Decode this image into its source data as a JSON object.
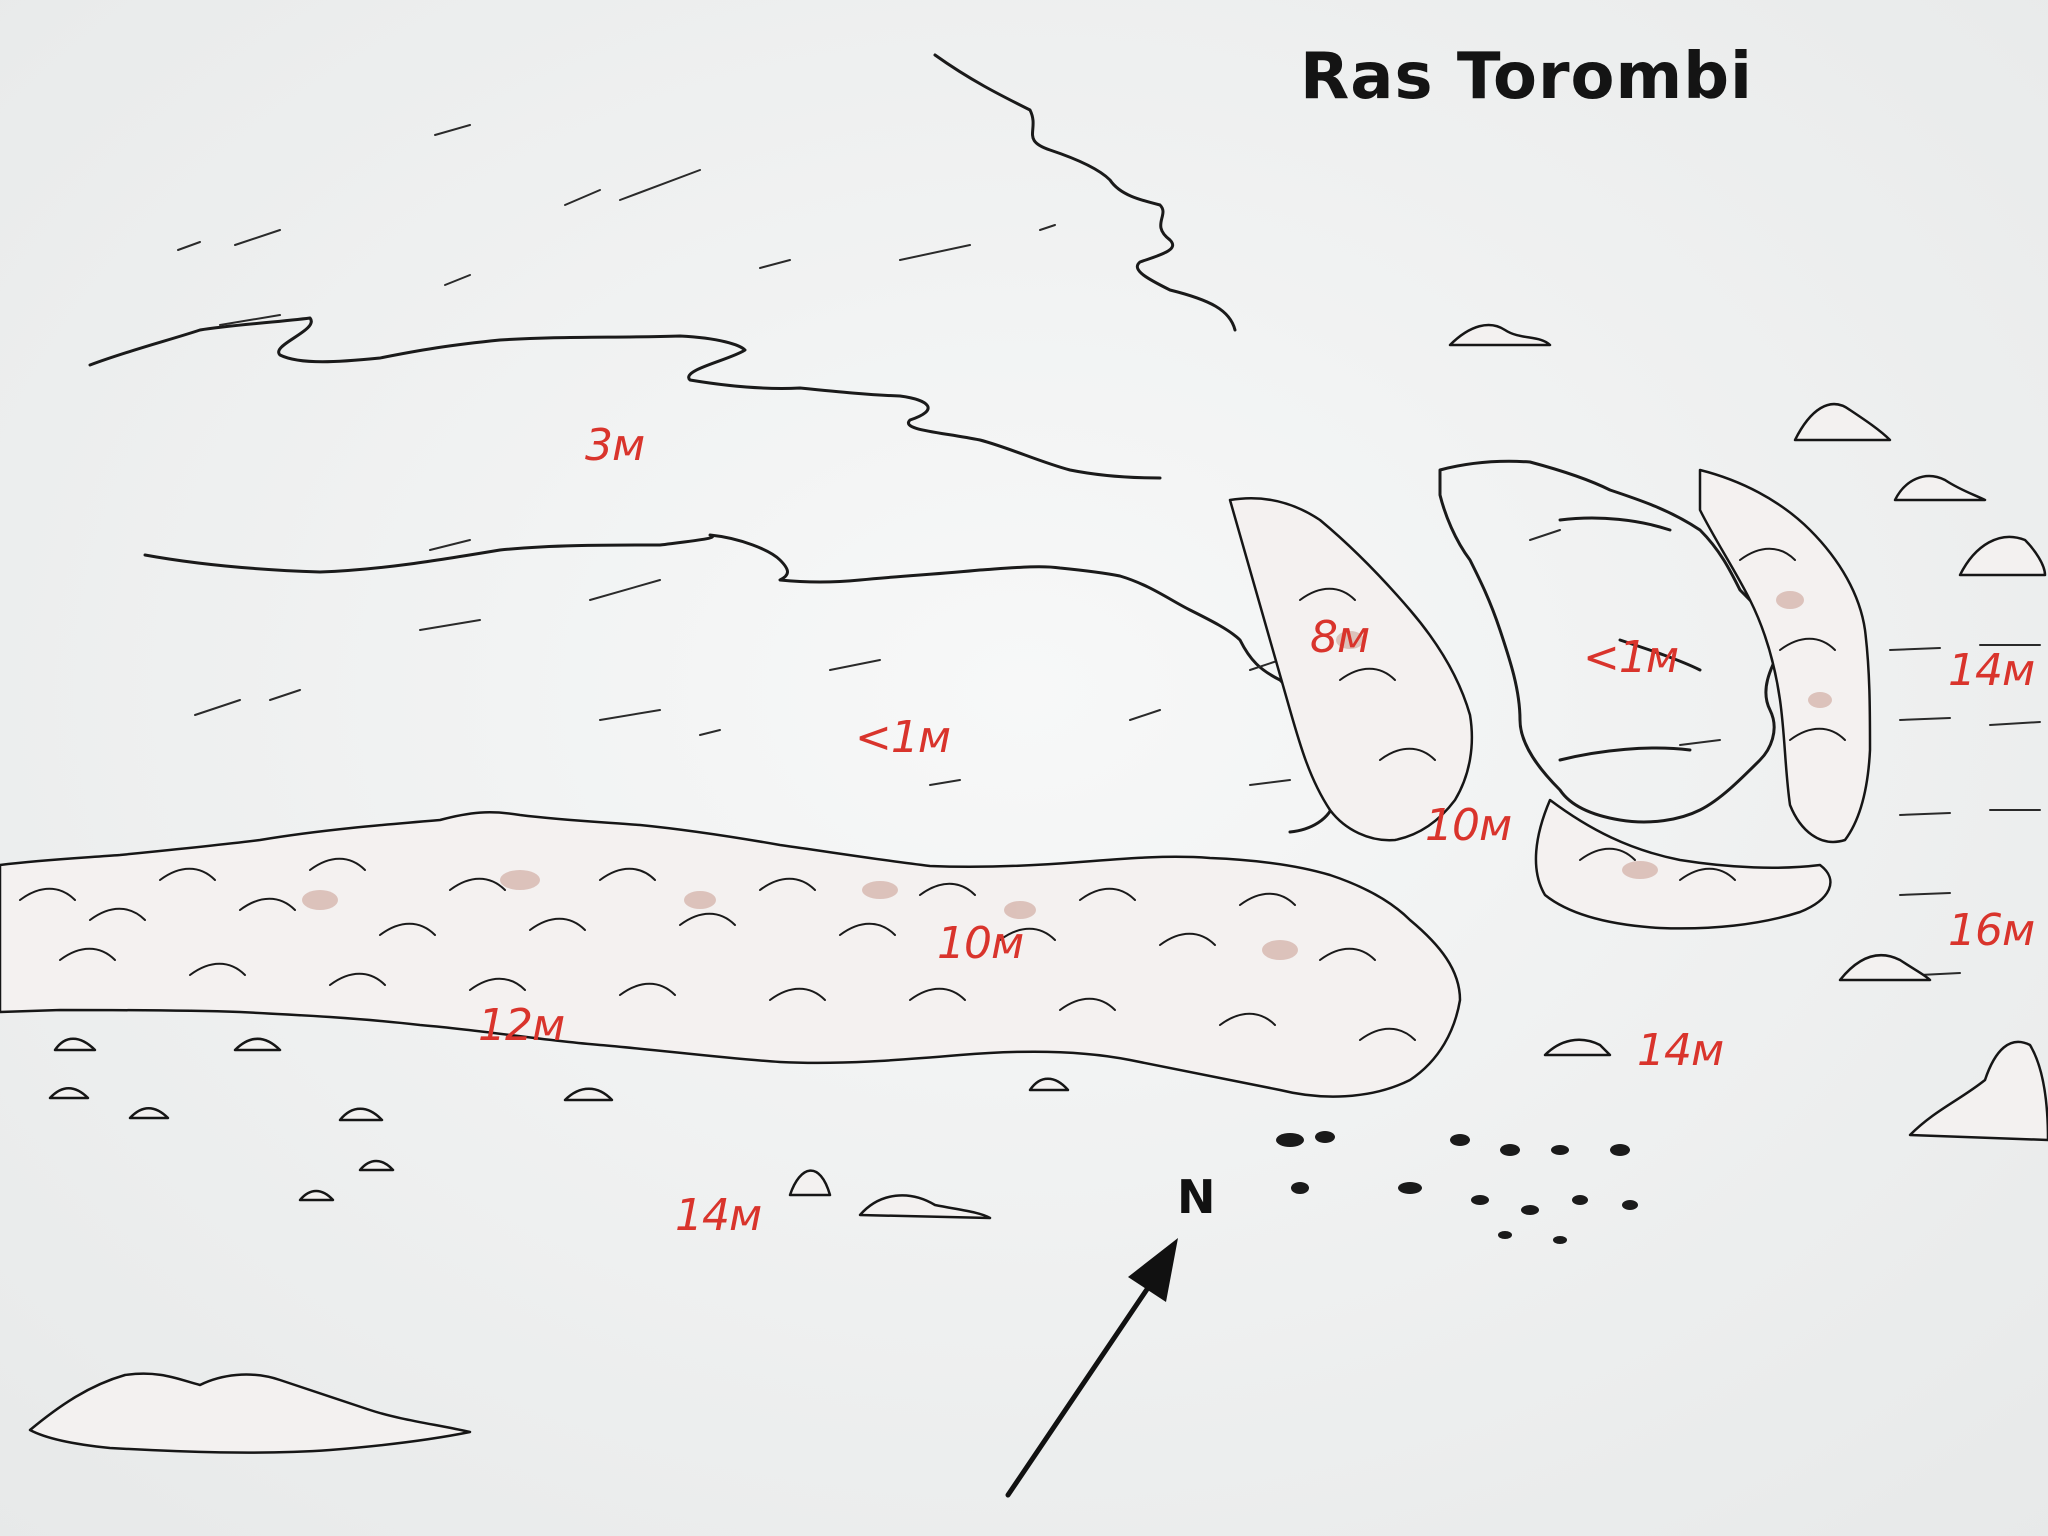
{
  "map": {
    "title": "Ras Torombi",
    "north_label": "N",
    "colors": {
      "background": "#f3f4f4",
      "ink": "#141414",
      "depth_text": "#d9342c",
      "reef_shading": "#c99a8f"
    },
    "depth_labels": [
      {
        "id": "lagoon-north",
        "text": "3м"
      },
      {
        "id": "lagoon-south",
        "text": "<1м"
      },
      {
        "id": "bay-east",
        "text": "<1м"
      },
      {
        "id": "channel",
        "text": "8м"
      },
      {
        "id": "reef-west",
        "text": "10м"
      },
      {
        "id": "reef-centre",
        "text": "10м"
      },
      {
        "id": "slope-west",
        "text": "12м"
      },
      {
        "id": "sand-south",
        "text": "14м"
      },
      {
        "id": "sand-east",
        "text": "14м"
      },
      {
        "id": "outer-east",
        "text": "14м"
      },
      {
        "id": "outer-southeast",
        "text": "16м"
      }
    ]
  }
}
